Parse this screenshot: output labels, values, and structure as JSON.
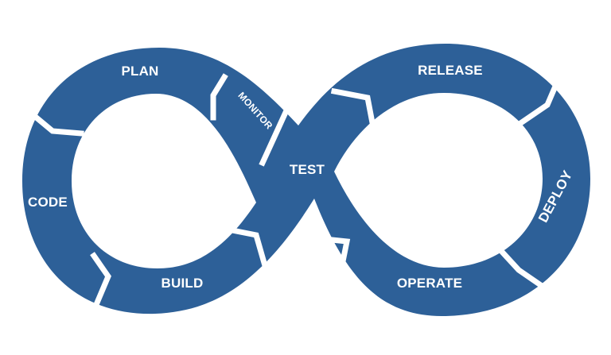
{
  "colors": {
    "loop": "#2d6098",
    "separator": "#ffffff",
    "label": "#ffffff"
  },
  "stages": {
    "plan": "PLAN",
    "monitor": "MONITOR",
    "code": "CODE",
    "build": "BUILD",
    "test": "TEST",
    "release": "RELEASE",
    "deploy": "DEPLOY",
    "operate": "OPERATE"
  }
}
